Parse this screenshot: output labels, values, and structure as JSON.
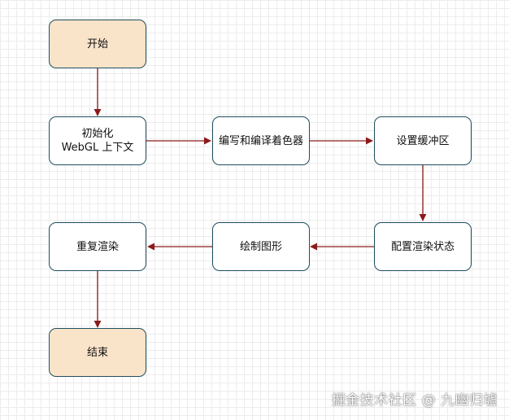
{
  "diagram": {
    "edge_color": "#8b1a1a",
    "node_border_color": "#1f4e5f",
    "terminal_fill": "#fae4c9",
    "nodes": [
      {
        "id": "start",
        "label": "开始",
        "kind": "terminal"
      },
      {
        "id": "init",
        "label": "初始化\nWebGL 上下文",
        "kind": "process"
      },
      {
        "id": "shader",
        "label": "编写和编译着色器",
        "kind": "process"
      },
      {
        "id": "buffer",
        "label": "设置缓冲区",
        "kind": "process"
      },
      {
        "id": "state",
        "label": "配置渲染状态",
        "kind": "process"
      },
      {
        "id": "draw",
        "label": "绘制图形",
        "kind": "process"
      },
      {
        "id": "repeat",
        "label": "重复渲染",
        "kind": "process"
      },
      {
        "id": "end",
        "label": "结束",
        "kind": "terminal"
      }
    ],
    "edges": [
      {
        "from": "start",
        "to": "init"
      },
      {
        "from": "init",
        "to": "shader"
      },
      {
        "from": "shader",
        "to": "buffer"
      },
      {
        "from": "buffer",
        "to": "state"
      },
      {
        "from": "state",
        "to": "draw"
      },
      {
        "from": "draw",
        "to": "repeat"
      },
      {
        "from": "repeat",
        "to": "end"
      }
    ]
  },
  "watermark": "掘金技术社区 @ 九幽归墟"
}
